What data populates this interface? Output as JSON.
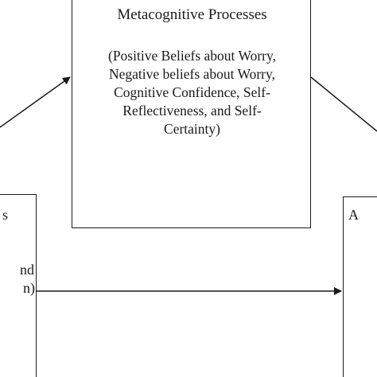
{
  "center_box": {
    "title": "Metacognitive Processes",
    "detail_lines": [
      "(Positive Beliefs about Worry,",
      "Negative beliefs about Worry,",
      "Cognitive Confidence, Self-",
      "Reflectiveness, and Self-",
      "Certainty)"
    ]
  },
  "left_box": {
    "lines": [
      "s",
      "nd",
      "n)"
    ]
  },
  "right_box": {
    "lines": [
      "A"
    ]
  },
  "arrows": [
    {
      "from": "left_box",
      "to": "center_box"
    },
    {
      "from": "center_box",
      "to": "right_box"
    },
    {
      "from": "left_box",
      "to": "right_box"
    }
  ]
}
